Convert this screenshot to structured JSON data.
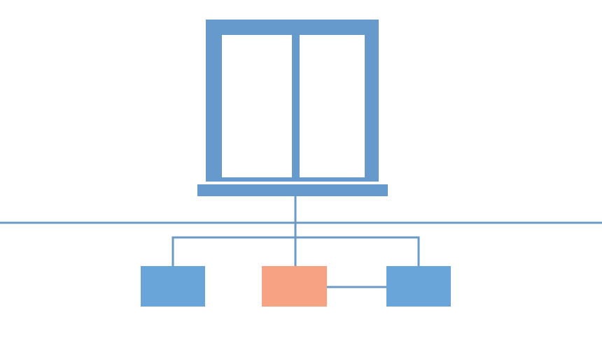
{
  "diagram": {
    "nodes": [
      {
        "id": "window",
        "shape": "two-pane-window",
        "role": "root"
      },
      {
        "id": "left-node",
        "shape": "rectangle",
        "role": "child"
      },
      {
        "id": "center-node",
        "shape": "rectangle",
        "role": "child",
        "highlighted": true
      },
      {
        "id": "right-node",
        "shape": "rectangle",
        "role": "child"
      }
    ],
    "edges": [
      {
        "from": "window",
        "to": "left-node"
      },
      {
        "from": "window",
        "to": "center-node"
      },
      {
        "from": "window",
        "to": "right-node"
      },
      {
        "from": "center-node",
        "to": "right-node"
      }
    ],
    "has_horizon_line": true
  },
  "colors": {
    "background": "#ffffff",
    "primary": "#6699cc",
    "node_blue": "#6aa5da",
    "highlight": "#f7a383",
    "line": "#6c9ac7"
  }
}
